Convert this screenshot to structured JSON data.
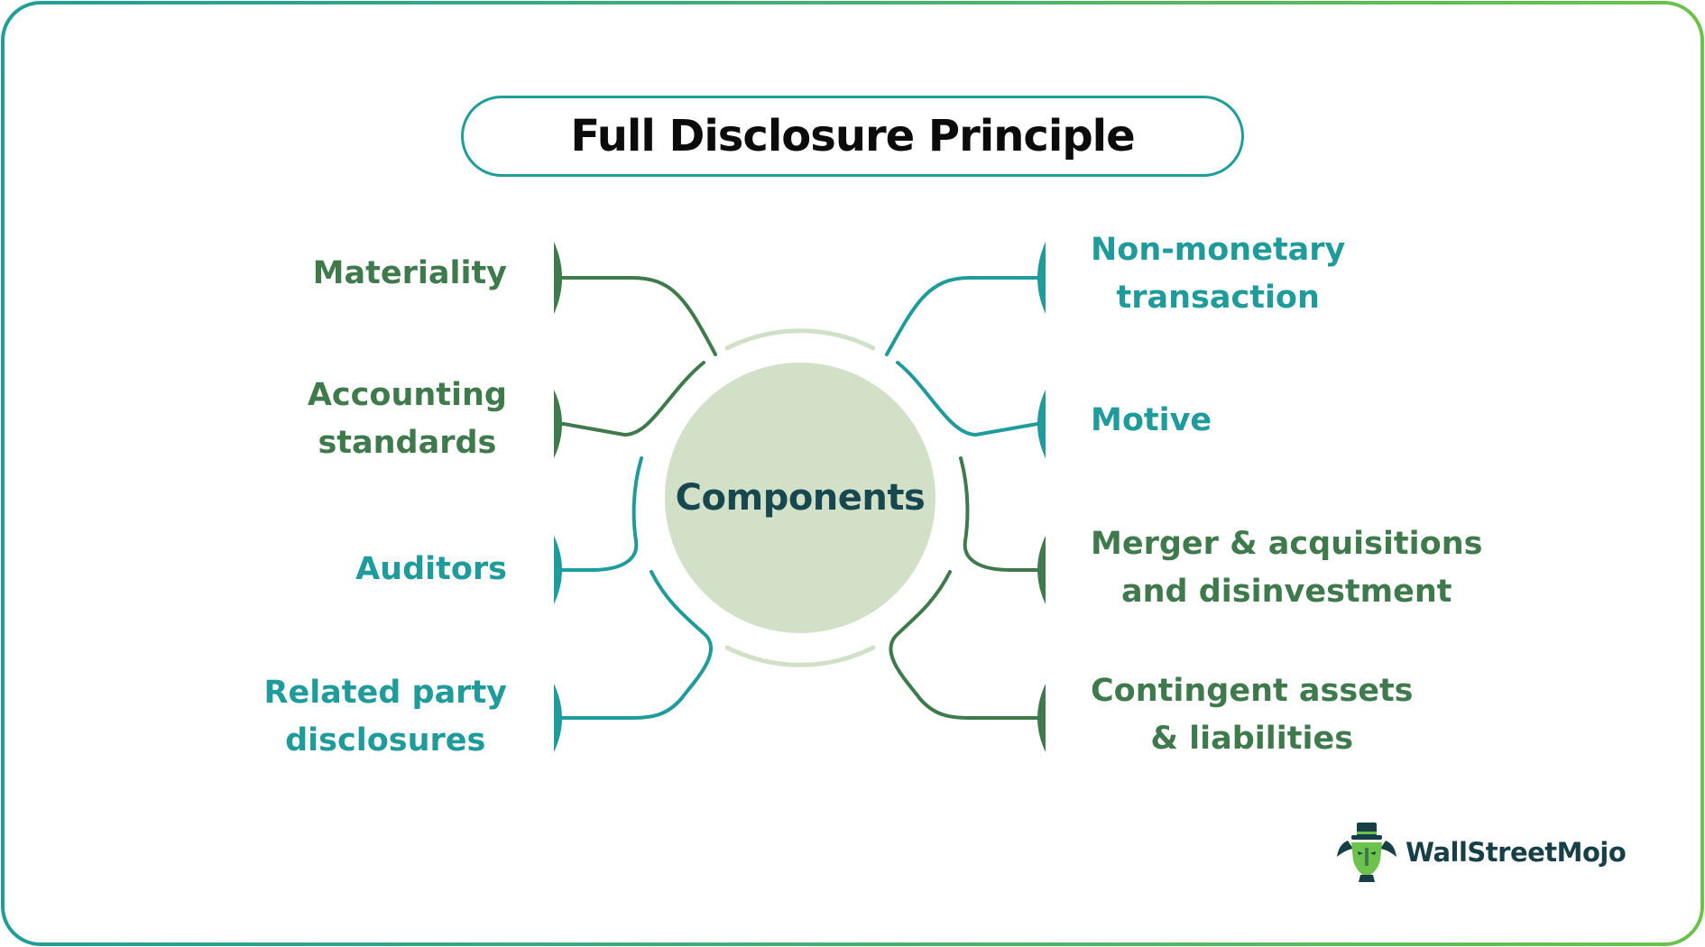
{
  "title": "Full Disclosure Principle",
  "center": "Components",
  "left_items": [
    {
      "lines": [
        "Materiality"
      ],
      "color": "green"
    },
    {
      "lines": [
        "Accounting",
        "standards"
      ],
      "color": "green"
    },
    {
      "lines": [
        "Auditors"
      ],
      "color": "teal"
    },
    {
      "lines": [
        "Related party",
        "disclosures"
      ],
      "color": "teal"
    }
  ],
  "right_items": [
    {
      "lines": [
        "Non-monetary",
        "transaction"
      ],
      "color": "teal"
    },
    {
      "lines": [
        "Motive"
      ],
      "color": "teal"
    },
    {
      "lines": [
        "Merger & acquisitions",
        "and disinvestment"
      ],
      "color": "green"
    },
    {
      "lines": [
        "Contingent assets",
        "& liabilities"
      ],
      "color": "green"
    }
  ],
  "brand": "WallStreetMojo",
  "colors": {
    "green": "#3e7a4c",
    "teal": "#1e9b9a",
    "center_fill": "#d3e0c8",
    "center_text": "#17484f",
    "ring": "#d3e0c8"
  }
}
